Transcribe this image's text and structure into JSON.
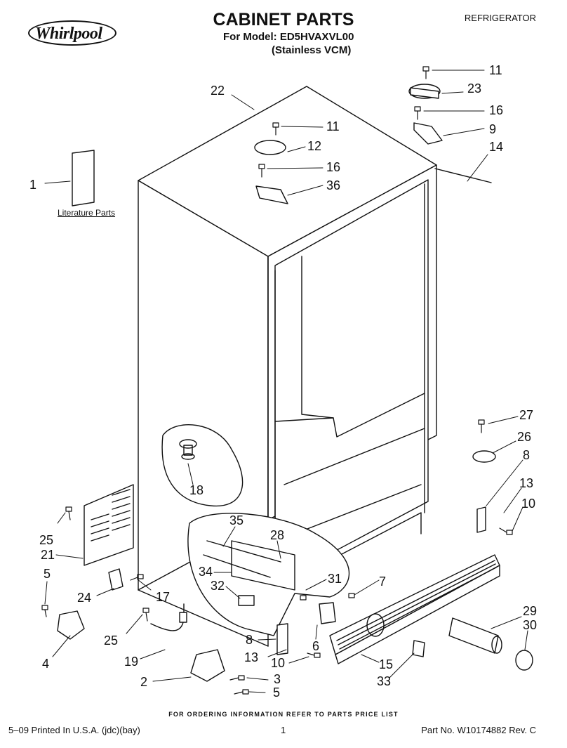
{
  "header": {
    "brand": "Whirlpool",
    "title": "CABINET PARTS",
    "model_line": "For Model: ED5HVAXVL00",
    "variant_line": "(Stainless VCM)",
    "category": "REFRIGERATOR"
  },
  "diagram": {
    "literature_label": "Literature Parts",
    "callouts": [
      "1",
      "2",
      "3",
      "4",
      "5",
      "6",
      "7",
      "8",
      "9",
      "10",
      "11",
      "12",
      "13",
      "14",
      "15",
      "16",
      "17",
      "18",
      "19",
      "21",
      "22",
      "23",
      "24",
      "25",
      "26",
      "27",
      "28",
      "29",
      "30",
      "31",
      "32",
      "33",
      "34",
      "35",
      "36"
    ]
  },
  "footer": {
    "order_note": "FOR ORDERING INFORMATION REFER TO PARTS PRICE LIST",
    "print_info": "5–09 Printed In U.S.A. (jdc)(bay)",
    "page_number": "1",
    "part_number": "Part No. W10174882 Rev. C"
  }
}
